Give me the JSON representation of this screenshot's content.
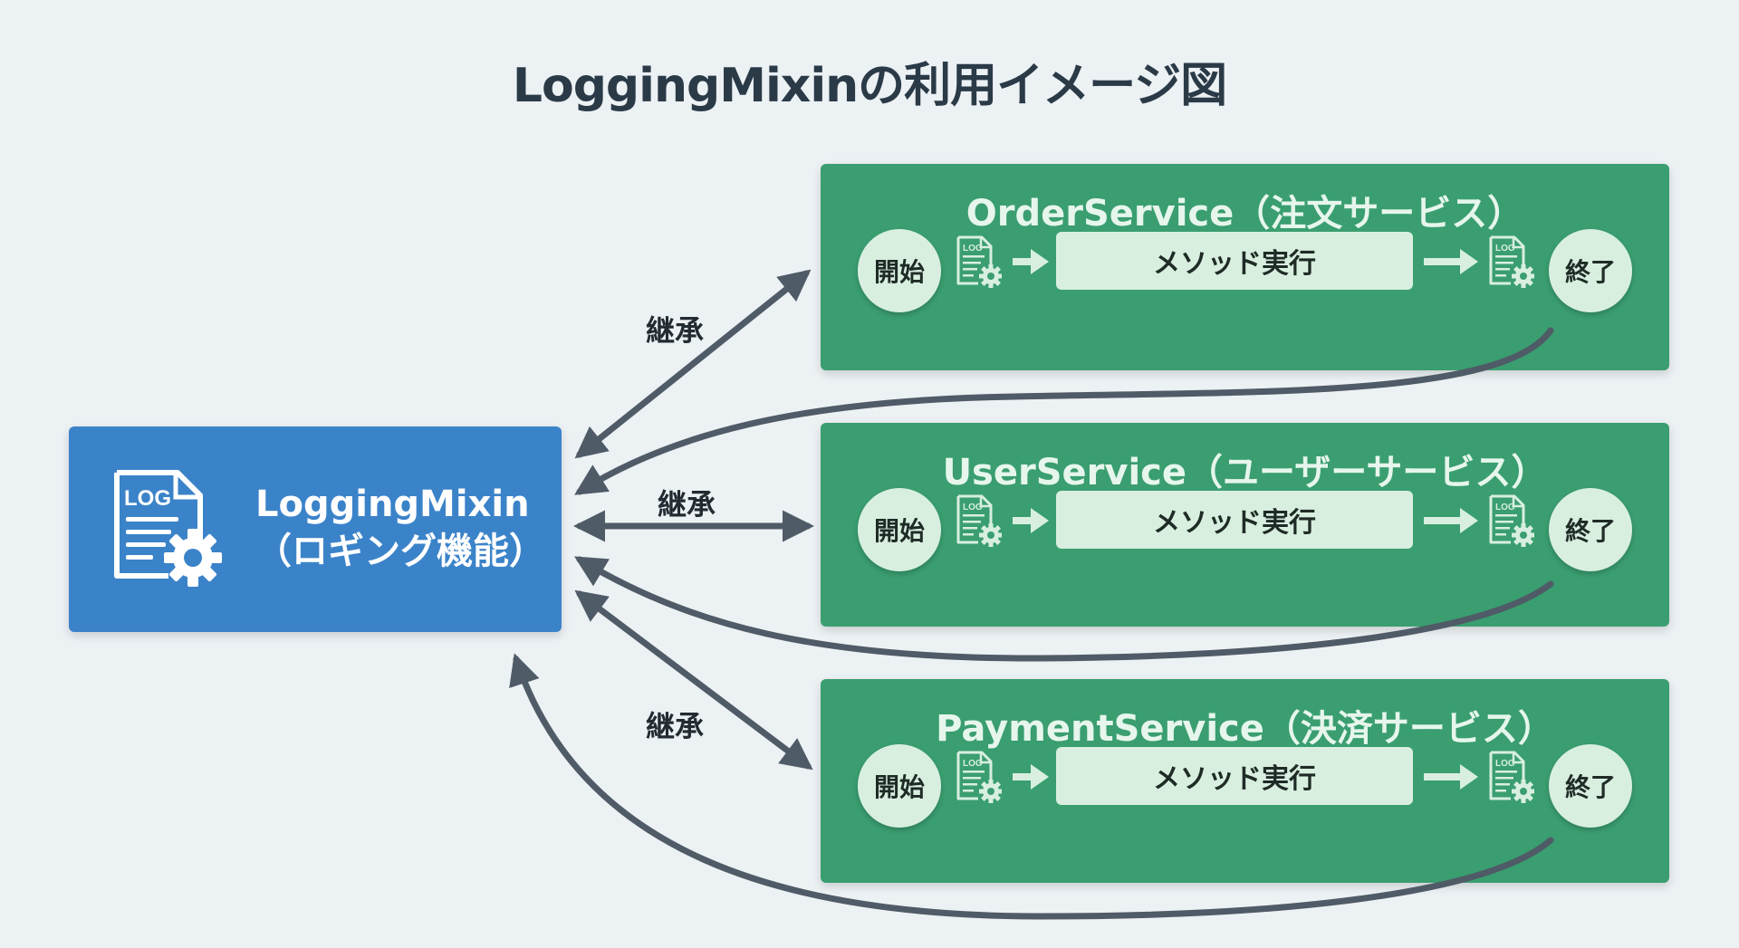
{
  "title": "LoggingMixinの利用イメージ図",
  "mixin": {
    "icon": "log-gear-icon",
    "icon_text": "LOG",
    "name_line1": "LoggingMixin",
    "name_line2": "（ロギング機能）",
    "color": "#3b83c9"
  },
  "services": [
    {
      "title": "OrderService（注文サービス）",
      "start": "開始",
      "method": "メソッド実行",
      "end": "終了",
      "log_icon_text": "LOG"
    },
    {
      "title": "UserService（ユーザーサービス）",
      "start": "開始",
      "method": "メソッド実行",
      "end": "終了",
      "log_icon_text": "LOG"
    },
    {
      "title": "PaymentService（決済サービス）",
      "start": "開始",
      "method": "メソッド実行",
      "end": "終了",
      "log_icon_text": "LOG"
    }
  ],
  "service_color": "#3a9e70",
  "edge_labels": [
    "継承",
    "継承",
    "継承"
  ],
  "arrow_color": "#4f5b66"
}
